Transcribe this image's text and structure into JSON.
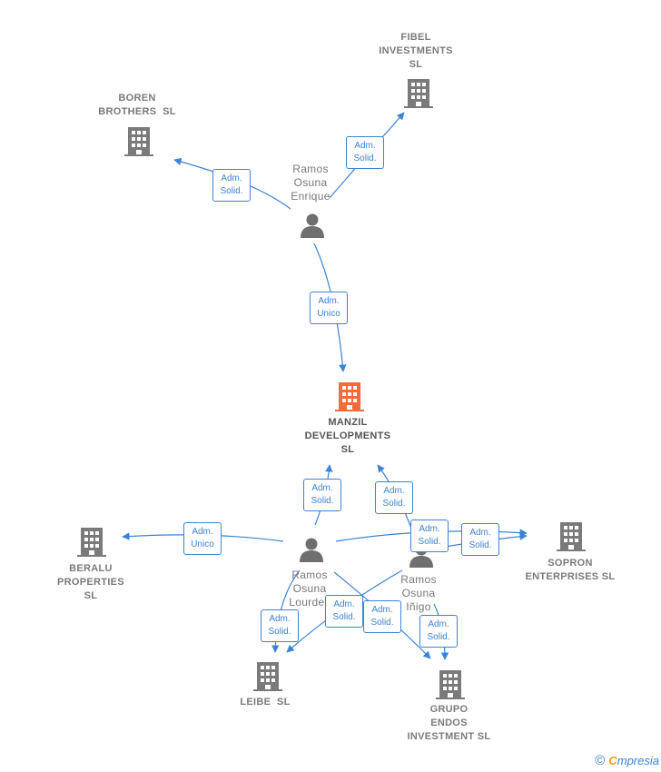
{
  "colors": {
    "company": "#7a7a7a",
    "main_company": "#f26b3a",
    "person": "#6f6f6f",
    "edge": "#3b83d6"
  },
  "nodes": {
    "fibel": {
      "label": "FIBEL\nINVESTMENTS\nSL"
    },
    "boren": {
      "label": "BOREN\nBROTHERS  SL"
    },
    "enrique": {
      "label": "Ramos\nOsuna\nEnrique"
    },
    "manzil": {
      "label": "MANZIL\nDEVELOPMENTS\nSL"
    },
    "beralu": {
      "label": "BERALU\nPROPERTIES\nSL"
    },
    "lourdes": {
      "label": "Ramos\nOsuna\nLourdes"
    },
    "inigo": {
      "label": "Ramos\nOsuna\nIñigo"
    },
    "sopron": {
      "label": "SOPRON\nENTERPRISES SL"
    },
    "leibe": {
      "label": "LEIBE  SL"
    },
    "grupo": {
      "label": "GRUPO\nENDOS\nINVESTMENT SL"
    }
  },
  "edges": [
    {
      "from": "enrique",
      "to": "fibel",
      "label": "Adm.\nSolid."
    },
    {
      "from": "enrique",
      "to": "boren",
      "label": "Adm.\nSolid."
    },
    {
      "from": "enrique",
      "to": "manzil",
      "label": "Adm.\nUnico"
    },
    {
      "from": "lourdes",
      "to": "manzil",
      "label": "Adm.\nSolid."
    },
    {
      "from": "inigo",
      "to": "manzil",
      "label": "Adm.\nSolid."
    },
    {
      "from": "lourdes",
      "to": "beralu",
      "label": "Adm.\nUnico"
    },
    {
      "from": "lourdes",
      "to": "sopron",
      "label": "Adm.\nSolid."
    },
    {
      "from": "inigo",
      "to": "sopron",
      "label": "Adm.\nSolid."
    },
    {
      "from": "lourdes",
      "to": "leibe",
      "label": "Adm.\nSolid."
    },
    {
      "from": "inigo",
      "to": "leibe",
      "label": "Adm.\nSolid."
    },
    {
      "from": "lourdes",
      "to": "grupo",
      "label": "Adm.\nSolid."
    },
    {
      "from": "inigo",
      "to": "grupo",
      "label": "Adm.\nSolid."
    }
  ],
  "footer": {
    "copyright": "©",
    "brand_first": "C",
    "brand_rest": "mpresia"
  }
}
